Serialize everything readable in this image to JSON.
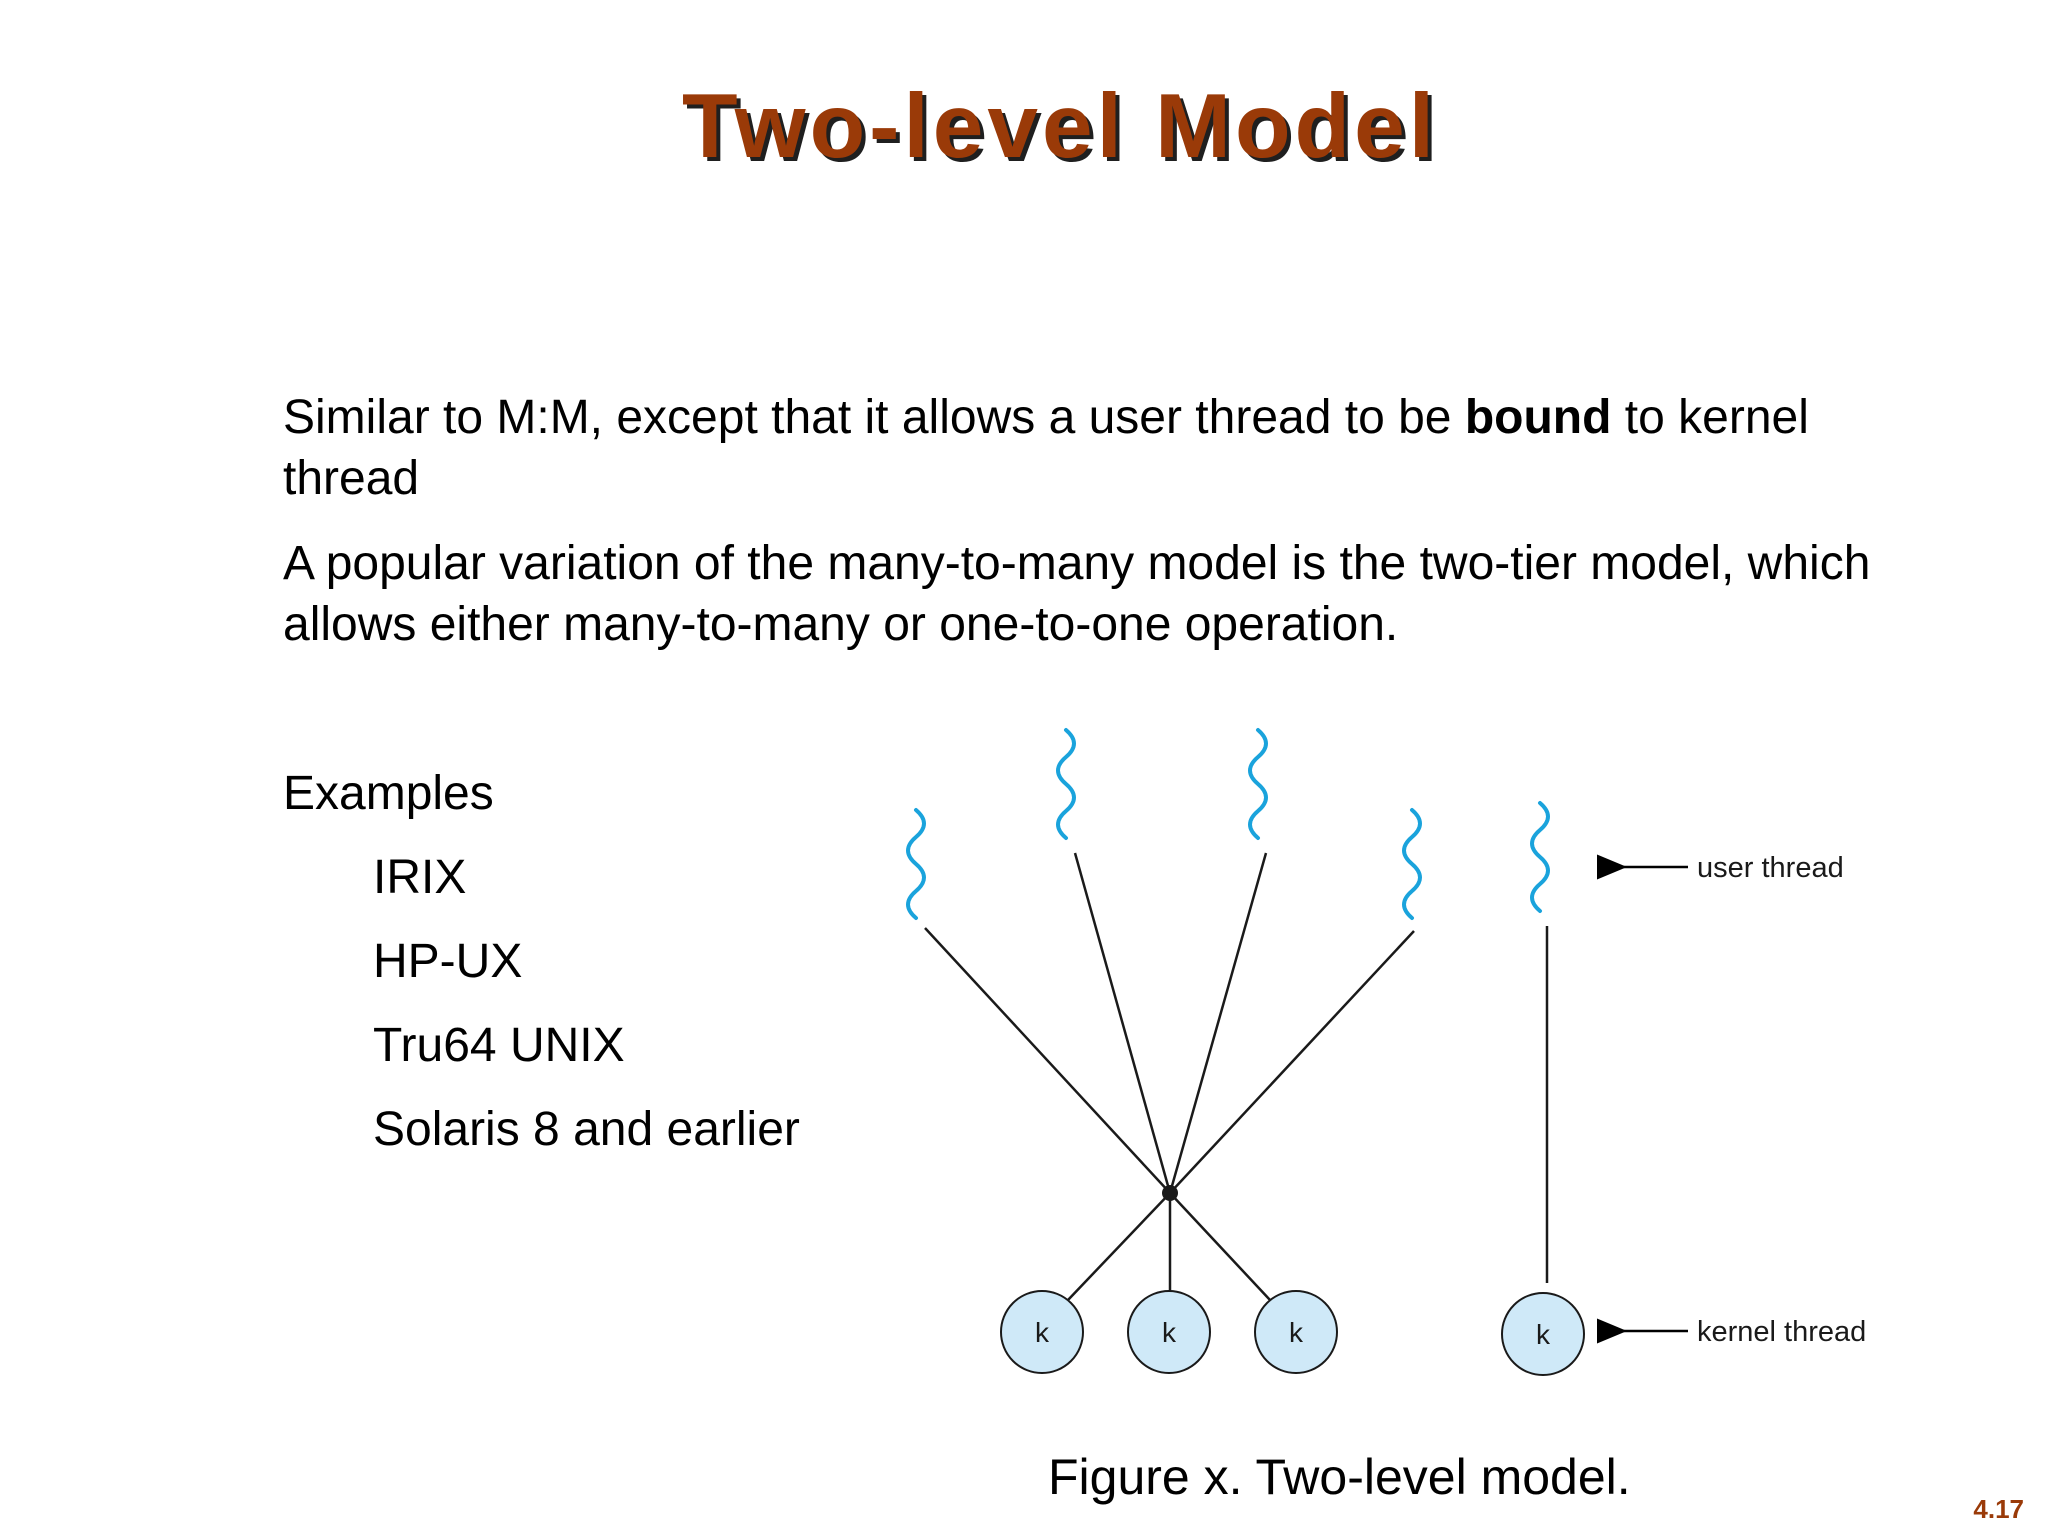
{
  "slide": {
    "title": "Two-level Model",
    "paragraph_1": {
      "before": "Similar to M:M, except that it allows a user thread to be ",
      "bold": "bound",
      "after": " to kernel thread"
    },
    "paragraph_2": "A popular variation of the many-to-many model is the two-tier model, which allows either many-to-many or one-to-one operation.",
    "examples_heading": "Examples",
    "examples": [
      "IRIX",
      "HP-UX",
      "Tru64 UNIX",
      "Solaris 8 and earlier"
    ],
    "figure": {
      "user_thread_label": "user thread",
      "kernel_thread_label": "kernel thread",
      "kernel_node_label": "k",
      "caption": "Figure x. Two-level model."
    },
    "page_number": "4.17",
    "colors": {
      "title": "#9a3a08",
      "thread_wave": "#1aa3dc",
      "kernel_fill": "#cfe9f8"
    }
  }
}
